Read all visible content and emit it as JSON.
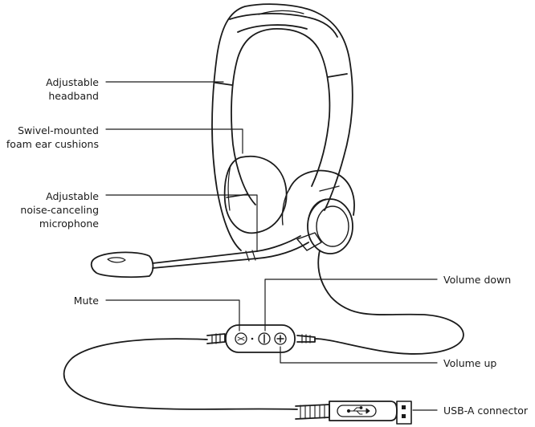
{
  "labels": {
    "headband": [
      "Adjustable",
      "headband"
    ],
    "cushions": [
      "Swivel-mounted",
      "foam ear cushions"
    ],
    "microphone": [
      "Adjustable",
      "noise-canceling",
      "microphone"
    ],
    "mute": [
      "Mute"
    ],
    "volume_down": [
      "Volume down"
    ],
    "volume_up": [
      "Volume up"
    ],
    "usb": [
      "USB-A connector"
    ]
  }
}
